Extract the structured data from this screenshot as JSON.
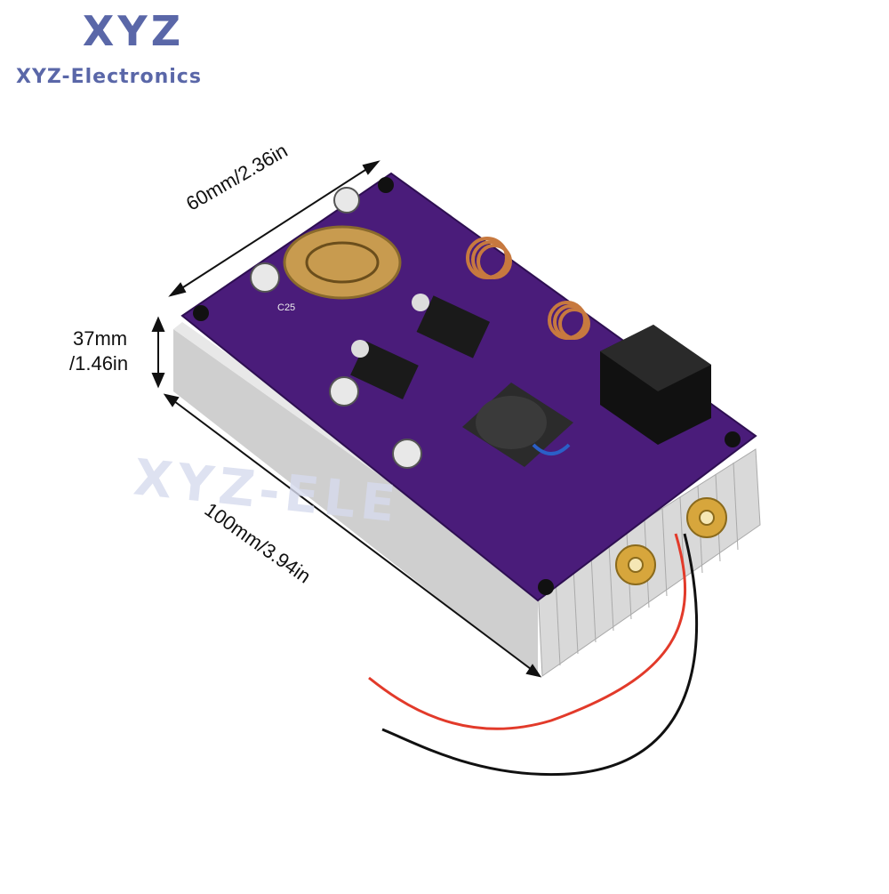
{
  "brand": {
    "logo": "XYZ",
    "name": "XYZ-Electronics",
    "watermark": "XYZ-ELE"
  },
  "dimensions": {
    "width": "60mm/2.36in",
    "height_line1": "37mm",
    "height_line2": "/1.46in",
    "length": "100mm/3.94in"
  },
  "board_labels": {
    "capacitor": "C25"
  },
  "colors": {
    "pcb": "#4a1c7a",
    "heatsink": "#d8d8d8",
    "logo": "#5a67a8",
    "copper_coil": "#c7793f",
    "red_wire": "#e23a2a",
    "black_wire": "#111111"
  }
}
